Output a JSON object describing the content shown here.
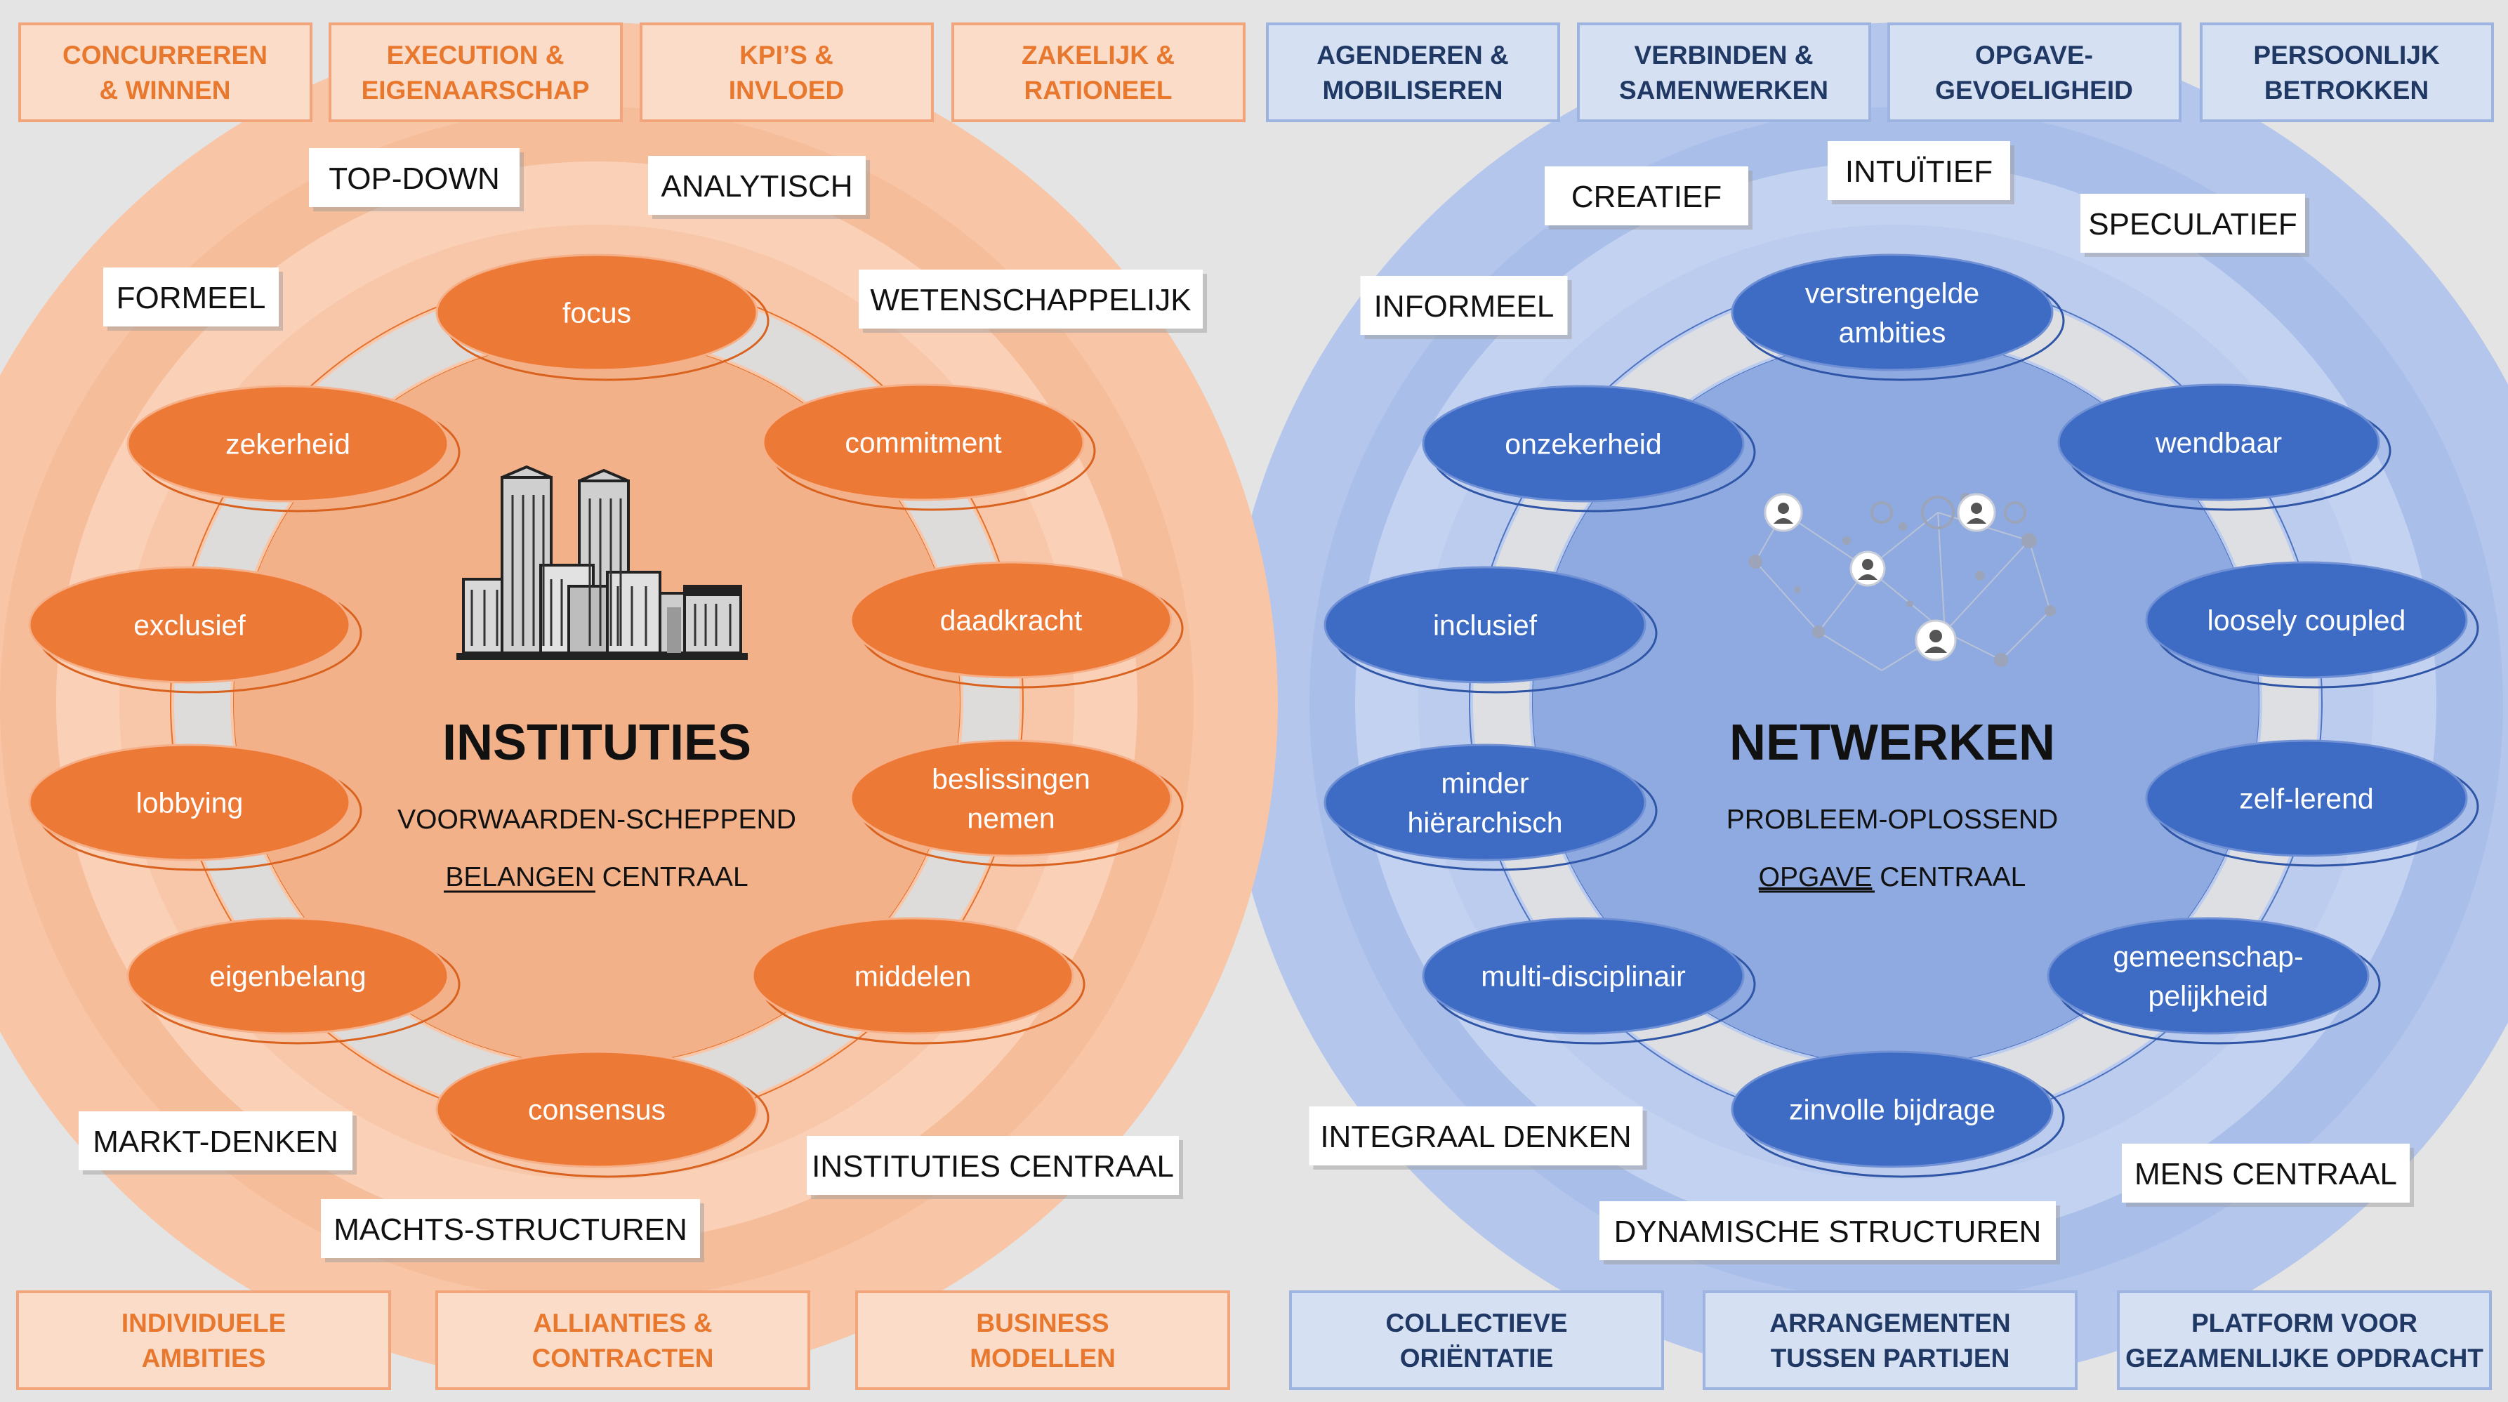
{
  "colors": {
    "background": "#e4e4e4",
    "orange_outer": "#f8c5a6",
    "orange_inner": "#f2b188",
    "orange_node": "#ec7a36",
    "orange_text": "#e8782e",
    "orange_box": "#fbdcc9",
    "blue_outer": "#b4c6ec",
    "blue_inner": "#8eaae0",
    "blue_node": "#3e6cc4",
    "blue_text": "#1f3864",
    "blue_box": "#d6e0f3"
  },
  "left": {
    "title": "INSTITUTIES",
    "subtitle": "VOORWAARDEN-SCHEPPEND",
    "central_underlined": "BELANGEN",
    "central_rest": " CENTRAAL",
    "illustration": "city-buildings-icon",
    "top_boxes": [
      [
        "CONCURREREN",
        "& WINNEN"
      ],
      [
        "EXECUTION &",
        "EIGENAARSCHAP"
      ],
      [
        "KPI’S &",
        "INVLOED"
      ],
      [
        "ZAKELIJK &",
        "RATIONEEL"
      ]
    ],
    "bottom_boxes": [
      [
        "INDIVIDUELE",
        "AMBITIES"
      ],
      [
        "ALLIANTIES &",
        "CONTRACTEN"
      ],
      [
        "BUSINESS",
        "MODELLEN"
      ]
    ],
    "labels": [
      "TOP-DOWN",
      "ANALYTISCH",
      "FORMEEL",
      "WETENSCHAPPELIJK",
      "MARKT-DENKEN",
      "INSTITUTIES CENTRAAL",
      "MACHTS-STRUCTUREN"
    ],
    "nodes": [
      [
        "focus"
      ],
      [
        "commitment"
      ],
      [
        "daadkracht"
      ],
      [
        "beslissingen",
        "nemen"
      ],
      [
        "middelen"
      ],
      [
        "consensus"
      ],
      [
        "eigenbelang"
      ],
      [
        "lobbying"
      ],
      [
        "exclusief"
      ],
      [
        "zekerheid"
      ]
    ]
  },
  "right": {
    "title": "NETWERKEN",
    "subtitle": "PROBLEEM-OPLOSSEND",
    "central_underlined": "OPGAVE",
    "central_rest": " CENTRAAL",
    "illustration": "people-network-icon",
    "top_boxes": [
      [
        "AGENDEREN &",
        "MOBILISEREN"
      ],
      [
        "VERBINDEN &",
        "SAMENWERKEN"
      ],
      [
        "OPGAVE-",
        "GEVOELIGHEID"
      ],
      [
        "PERSOONLIJK",
        "BETROKKEN"
      ]
    ],
    "bottom_boxes": [
      [
        "COLLECTIEVE",
        "ORIËNTATIE"
      ],
      [
        "ARRANGEMENTEN",
        "TUSSEN PARTIJEN"
      ],
      [
        "PLATFORM VOOR",
        "GEZAMENLIJKE OPDRACHT"
      ]
    ],
    "labels": [
      "CREATIEF",
      "INTUÏTIEF",
      "SPECULATIEF",
      "INFORMEEL",
      "INTEGRAAL DENKEN",
      "MENS CENTRAAL",
      "DYNAMISCHE STRUCTUREN"
    ],
    "nodes": [
      [
        "verstrengelde",
        "ambities"
      ],
      [
        "wendbaar"
      ],
      [
        "loosely coupled"
      ],
      [
        "zelf-lerend"
      ],
      [
        "gemeenschap-",
        "pelijkheid"
      ],
      [
        "zinvolle bijdrage"
      ],
      [
        "multi-disciplinair"
      ],
      [
        "minder",
        "hiërarchisch"
      ],
      [
        "inclusief"
      ],
      [
        "onzekerheid"
      ]
    ]
  }
}
